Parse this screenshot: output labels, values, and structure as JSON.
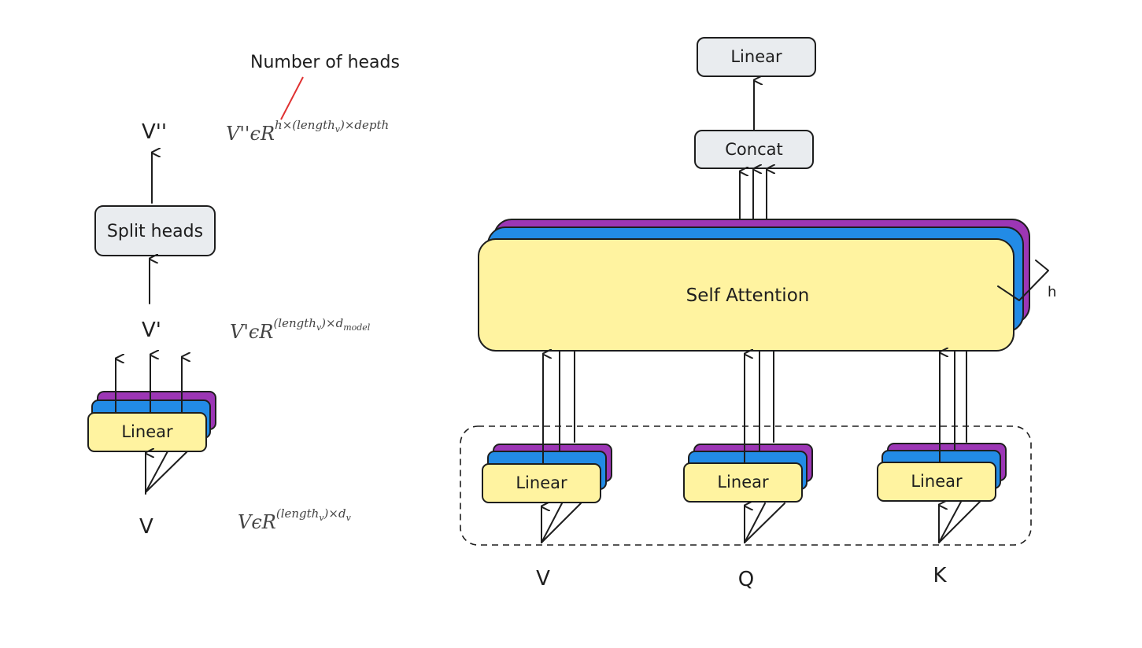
{
  "left": {
    "annotation": "Number of heads",
    "split_label": "Split heads",
    "linear_label": "Linear",
    "v_dd_label": "V''",
    "v_d_label": "V'",
    "v_label": "V",
    "formula_vdd": {
      "base": "V''ϵR",
      "sup": "h×(length",
      "sub": "v",
      "sup_end": ")×depth"
    },
    "formula_vd": {
      "base": "V'ϵR",
      "sup": "(length",
      "sub": "v",
      "sup_mid": ")×d",
      "sub2": "model"
    },
    "formula_v": {
      "base": "VϵR",
      "sup": "(length",
      "sub": "v",
      "sup_mid": ")×d",
      "sub2": "v"
    }
  },
  "right": {
    "top_linear_label": "Linear",
    "concat_label": "Concat",
    "attention_label": "Self Attention",
    "h_label": "h",
    "linear_v_label": "Linear",
    "linear_q_label": "Linear",
    "linear_k_label": "Linear",
    "input_v": "V",
    "input_q": "Q",
    "input_k": "K"
  },
  "colors": {
    "yellow": "#fff3a0",
    "blue": "#228be6",
    "purple": "#9c36b5",
    "gray": "#e9ecef",
    "red": "#e03131"
  }
}
